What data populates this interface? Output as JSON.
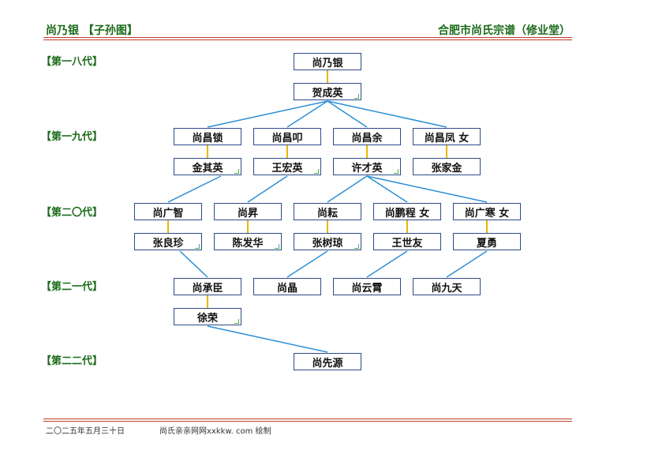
{
  "header": {
    "left": "尚乃银 【子孙图】",
    "right": "合肥市尚氏宗谱（修业堂）"
  },
  "generations": [
    "【第一八代】",
    "【第一九代】",
    "【第二〇代】",
    "【第二一代】",
    "【第二二代】"
  ],
  "people": {
    "p1": "尚乃银",
    "s1": "贺成英",
    "c1": "尚昌锁",
    "c2": "尚昌叩",
    "c3": "尚昌余",
    "c4": "尚昌凤  女",
    "s2": "金其英",
    "s3": "王宏英",
    "s4": "许才英",
    "s5": "张家金",
    "g1": "尚广智",
    "g2": "尚昇",
    "g3": "尚耘",
    "g4": "尚鹏程  女",
    "g5": "尚广寒  女",
    "gs1": "张良珍",
    "gs2": "陈发华",
    "gs3": "张树琼",
    "gs4": "王世友",
    "gs5": "夏勇",
    "h1": "尚承臣",
    "h2": "尚晶",
    "h3": "尚云霄",
    "h4": "尚九天",
    "hs1": "徐荣",
    "k1": "尚先源"
  },
  "footer": {
    "date": "二〇二五年五月三十日",
    "credit": "尚氏亲亲网网xxkkw. com 绘制"
  },
  "colors": {
    "header_text": "#1a6b1a",
    "rule": "#c0392b",
    "box_border": "#2b4a8a",
    "line_descent": "#2a8fd6",
    "line_spouse": "#e8b800"
  }
}
